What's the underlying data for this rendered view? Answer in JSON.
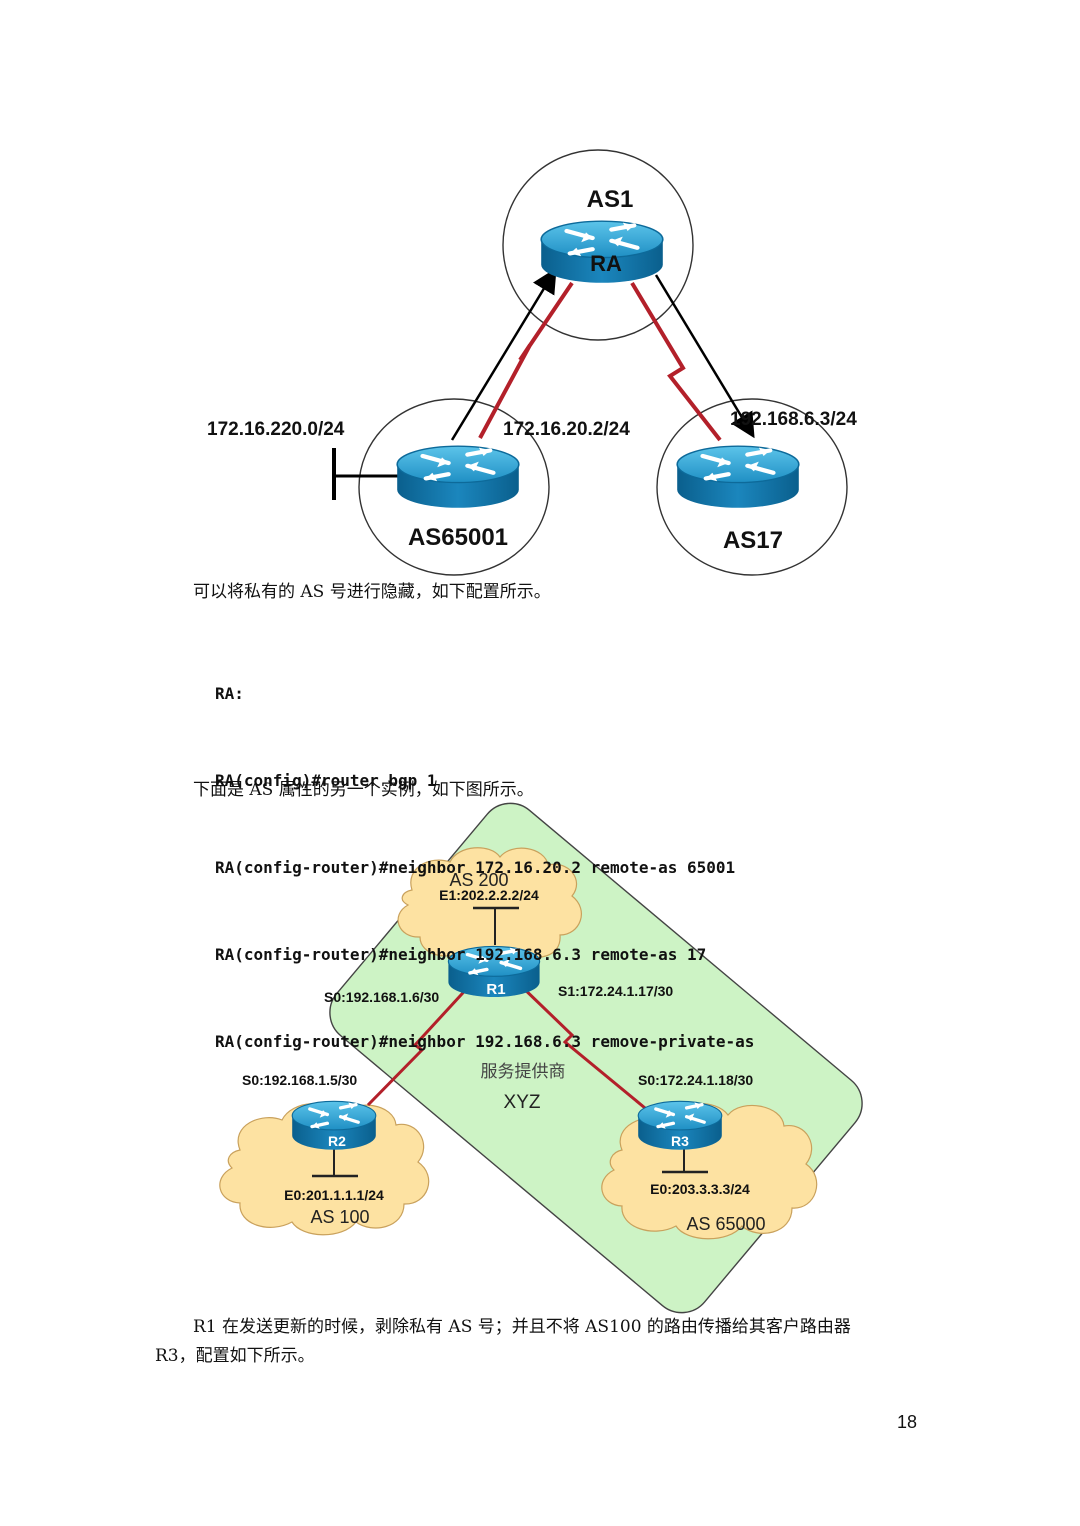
{
  "diagram1": {
    "as1": "AS1",
    "ra": "RA",
    "as65001": "AS65001",
    "as17": "AS17",
    "net_lan": "172.16.220.0/24",
    "ip_left": "172.16.20.2/24",
    "ip_right": "192.168.6.3/24"
  },
  "text1": "可以将私有的 AS 号进行隐藏，如下配置所示。",
  "code_lines": [
    "RA:",
    "RA(config)#router bgp 1",
    "RA(config-router)#neighbor 172.16.20.2 remote-as 65001",
    "RA(config-router)#neighbor 192.168.6.3 remote-as 17",
    "RA(config-router)#neighbor 192.168.6.3 remove-private-as"
  ],
  "text2": "下面是 AS 属性的另一个实例，如下图所示。",
  "diagram2": {
    "as200": "AS 200",
    "e1": "E1:202.2.2.2/24",
    "r1": "R1",
    "s0_r1": "S0:192.168.1.6/30",
    "s1_r1": "S1:172.24.1.17/30",
    "provider": "服务提供商",
    "xyz": "XYZ",
    "s0_r2": "S0:192.168.1.5/30",
    "r2": "R2",
    "e0_r2": "E0:201.1.1.1/24",
    "as100": "AS 100",
    "s0_r3": "S0:172.24.1.18/30",
    "r3": "R3",
    "e0_r3": "E0:203.3.3.3/24",
    "as65000": "AS 65000"
  },
  "text3_line1": "R1 在发送更新的时候，剥除私有 AS 号；并且不将 AS100 的路由传播给其客户路由器",
  "text3_line2": "R3，配置如下所示。",
  "page_number": "18"
}
